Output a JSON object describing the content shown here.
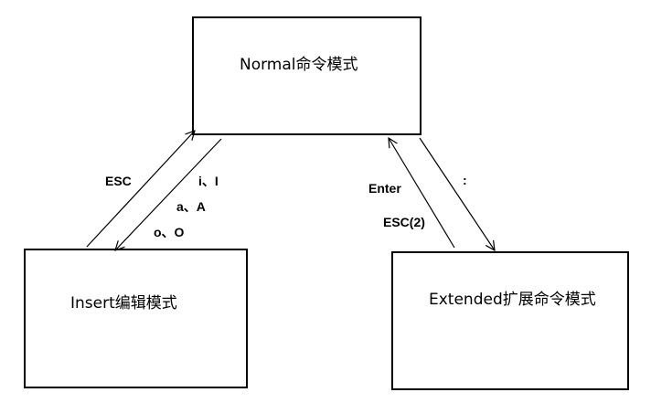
{
  "diagram": {
    "nodes": {
      "normal": {
        "label": "Normal命令模式"
      },
      "insert": {
        "label": "Insert编辑模式"
      },
      "extended": {
        "label": "Extended扩展命令模式"
      }
    },
    "edges": {
      "insert_to_normal": {
        "label": "ESC"
      },
      "normal_to_insert": {
        "labels": [
          "i、I",
          "a、A",
          "o、O"
        ]
      },
      "extended_to_normal": {
        "labels": [
          "Enter",
          "ESC(2)"
        ]
      },
      "normal_to_extended": {
        "label": ":"
      }
    },
    "colors": {
      "stroke": "#000000",
      "background": "#ffffff"
    }
  }
}
